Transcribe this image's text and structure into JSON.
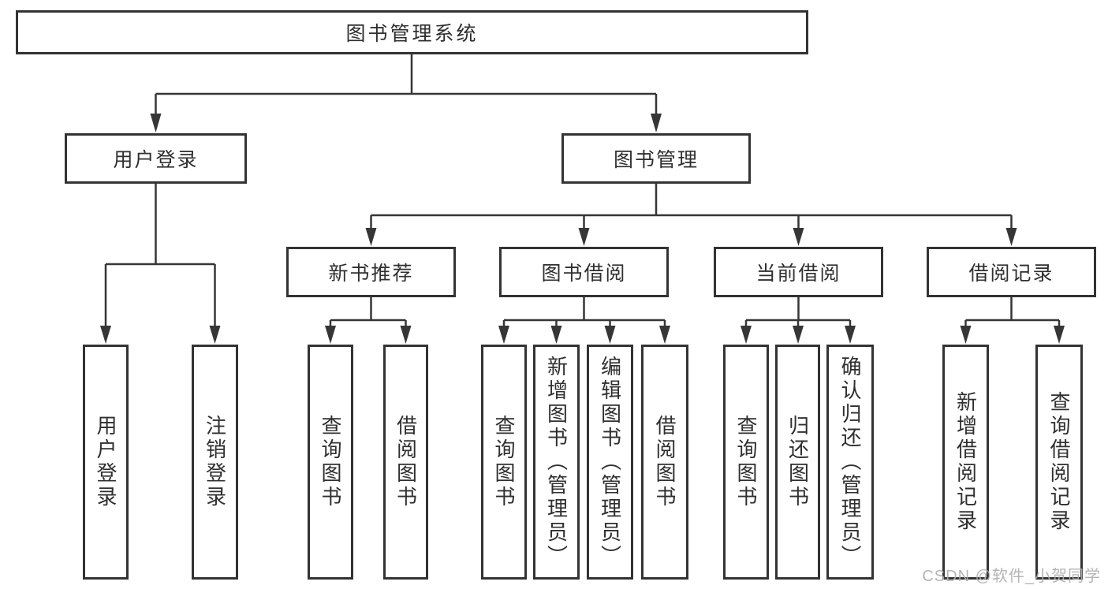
{
  "colors": {
    "line": "#363636",
    "box_border": "#333333",
    "box_fill": "#ffffff",
    "label_text": "#2f2f2f",
    "background": "#ffffff",
    "watermark": "#afafaf"
  },
  "watermark": {
    "text": "CSDN @软件_小贺同学"
  },
  "tree": {
    "label": "图书管理系统",
    "children": [
      {
        "label": "用户登录",
        "children": [
          {
            "label": "用户登录"
          },
          {
            "label": "注销登录"
          }
        ]
      },
      {
        "label": "图书管理",
        "children": [
          {
            "label": "新书推荐",
            "children": [
              {
                "label": "查询图书"
              },
              {
                "label": "借阅图书"
              }
            ]
          },
          {
            "label": "图书借阅",
            "children": [
              {
                "label": "查询图书"
              },
              {
                "label": "新增图书（管理员）"
              },
              {
                "label": "编辑图书（管理员）"
              },
              {
                "label": "借阅图书"
              }
            ]
          },
          {
            "label": "当前借阅",
            "children": [
              {
                "label": "查询图书"
              },
              {
                "label": "归还图书"
              },
              {
                "label": "确认归还（管理员）"
              }
            ]
          },
          {
            "label": "借阅记录",
            "children": [
              {
                "label": "新增借阅记录"
              },
              {
                "label": "查询借阅记录"
              }
            ]
          }
        ]
      }
    ]
  }
}
